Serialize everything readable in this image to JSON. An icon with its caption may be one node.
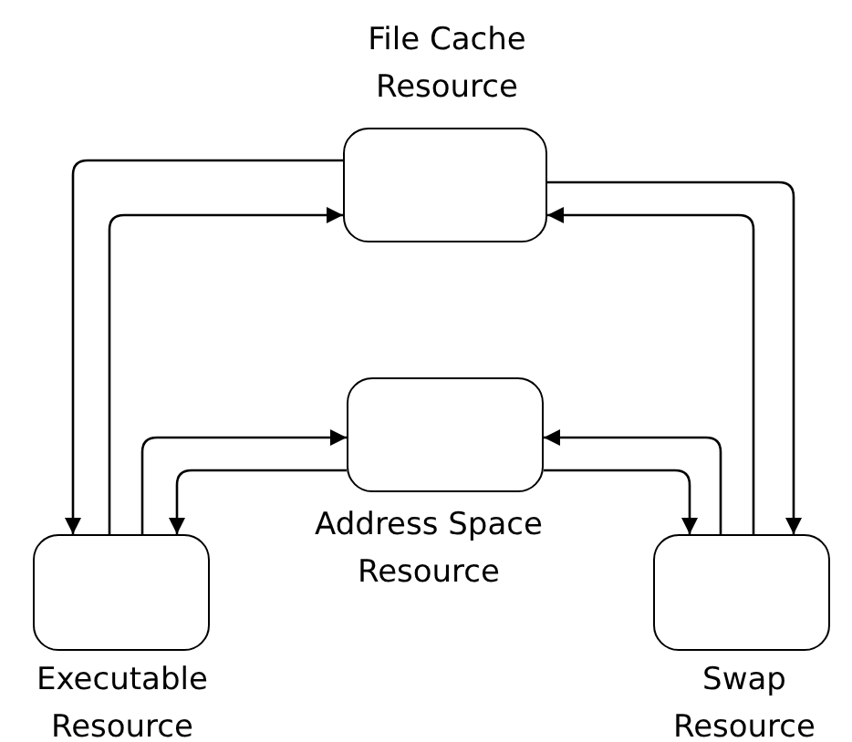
{
  "diagram": {
    "nodes": [
      {
        "text": [
          "File Cache Resource"
        ]
      },
      {
        "text": [
          "Address Space Resource"
        ]
      },
      {
        "text": [
          "Executable Resource"
        ]
      },
      {
        "text": [
          "Swap Resource"
        ]
      }
    ],
    "edges": [
      {
        "from": 0,
        "to": 2,
        "arrow": "to"
      },
      {
        "from": 2,
        "to": 0,
        "arrow": "to"
      },
      {
        "from": 0,
        "to": 3,
        "arrow": "to"
      },
      {
        "from": 3,
        "to": 0,
        "arrow": "to"
      },
      {
        "from": 2,
        "to": 1,
        "arrow": "to"
      },
      {
        "from": 1,
        "to": 2,
        "arrow": "to"
      },
      {
        "from": 3,
        "to": 1,
        "arrow": "to"
      },
      {
        "from": 1,
        "to": 3,
        "arrow": "to"
      }
    ]
  }
}
